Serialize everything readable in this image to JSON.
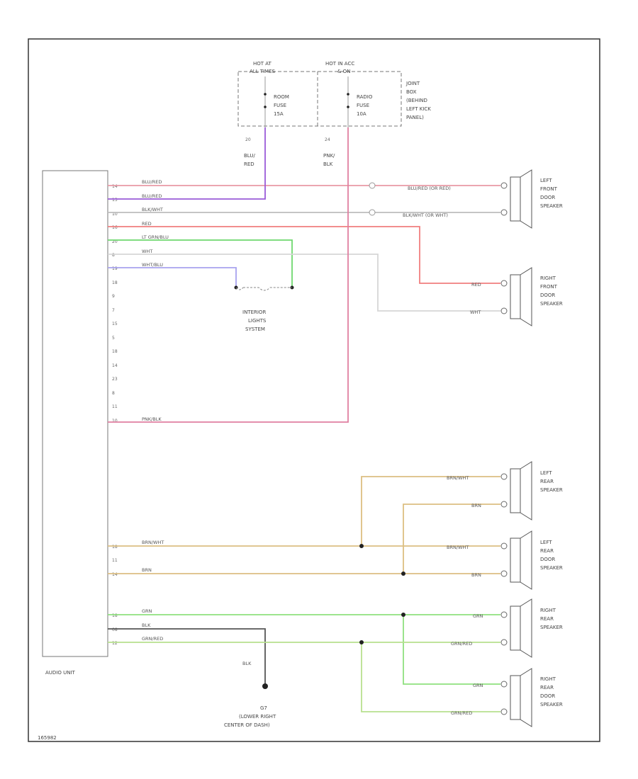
{
  "colors": {
    "blu_red": "#e89aa4",
    "blu_red_v": "#9a5bd8",
    "blk_wht": "#bdbdbd",
    "red": "#f07f7f",
    "lt_grn_blu": "#6fd86f",
    "wht": "#d6d6d6",
    "wht_blu": "#a7a2ee",
    "pnk_blk": "#e07fa0",
    "brn_wht": "#dcbf82",
    "grn": "#8fe07f",
    "blk": "#555555",
    "grn_red": "#b8e08f"
  },
  "fuse_box": {
    "hot_at_all": [
      "HOT AT",
      "ALL TIMES"
    ],
    "hot_in_acc": [
      "HOT IN ACC",
      "& ON"
    ],
    "room_fuse": [
      "ROOM",
      "FUSE",
      "15A"
    ],
    "radio_fuse": [
      "RADIO",
      "FUSE",
      "10A"
    ],
    "location": [
      "JOINT",
      "BOX",
      "(BEHIND",
      "LEFT KICK",
      "PANEL)"
    ],
    "pin_left": "20",
    "pin_right": "24",
    "wire_left": [
      "BLU/",
      "RED"
    ],
    "wire_right": [
      "PNK/",
      "BLK"
    ]
  },
  "audio_unit": {
    "label": "AUDIO UNIT",
    "pins_top": [
      "14",
      "13",
      "10",
      "16",
      "20",
      "8",
      "19",
      "18",
      "9",
      "7",
      "15",
      "5",
      "18",
      "14",
      "23",
      "8",
      "11",
      "10"
    ],
    "wires_top": [
      "BLU/RED",
      "BLU/RED",
      "BLK/WHT",
      "RED",
      "LT GRN/BLU",
      "WHT",
      "WHT/BLU",
      "",
      "",
      "",
      "",
      "",
      "",
      "",
      "",
      "",
      "",
      "PNK/BLK"
    ],
    "pins_bottom": [
      "18",
      "11",
      "14",
      "18",
      "08",
      "12"
    ],
    "wires_bottom": [
      "BRN/WHT",
      "",
      "BRN",
      "GRN",
      "BLK",
      "GRN/RED"
    ]
  },
  "speaker_wires": {
    "lf_plus": "BLU/RED (OR RED)",
    "lf_minus": "BLK/WHT (OR WHT)",
    "rf_plus": "RED",
    "rf_minus": "WHT",
    "lr_plus": "BRN/WHT",
    "lr_minus": "BRN",
    "lrd_plus": "BRN/WHT",
    "lrd_minus": "BRN",
    "rr_plus": "GRN",
    "rr_minus": "GRN/RED",
    "rrd_plus": "GRN",
    "rrd_minus": "GRN/RED"
  },
  "speakers": {
    "left_front": [
      "LEFT",
      "FRONT",
      "DOOR",
      "SPEAKER"
    ],
    "right_front": [
      "RIGHT",
      "FRONT",
      "DOOR",
      "SPEAKER"
    ],
    "left_rear": [
      "LEFT",
      "REAR",
      "SPEAKER"
    ],
    "left_rear_door": [
      "LEFT",
      "REAR",
      "DOOR",
      "SPEAKER"
    ],
    "right_rear": [
      "RIGHT",
      "REAR",
      "SPEAKER"
    ],
    "right_rear_door": [
      "RIGHT",
      "REAR",
      "DOOR",
      "SPEAKER"
    ]
  },
  "interior_lights": [
    "INTERIOR",
    "LIGHTS",
    "SYSTEM"
  ],
  "ground": {
    "wire": "BLK",
    "id": "G7",
    "location": [
      "(LOWER RIGHT",
      "CENTER OF DASH)"
    ]
  },
  "figure_id": "165982"
}
